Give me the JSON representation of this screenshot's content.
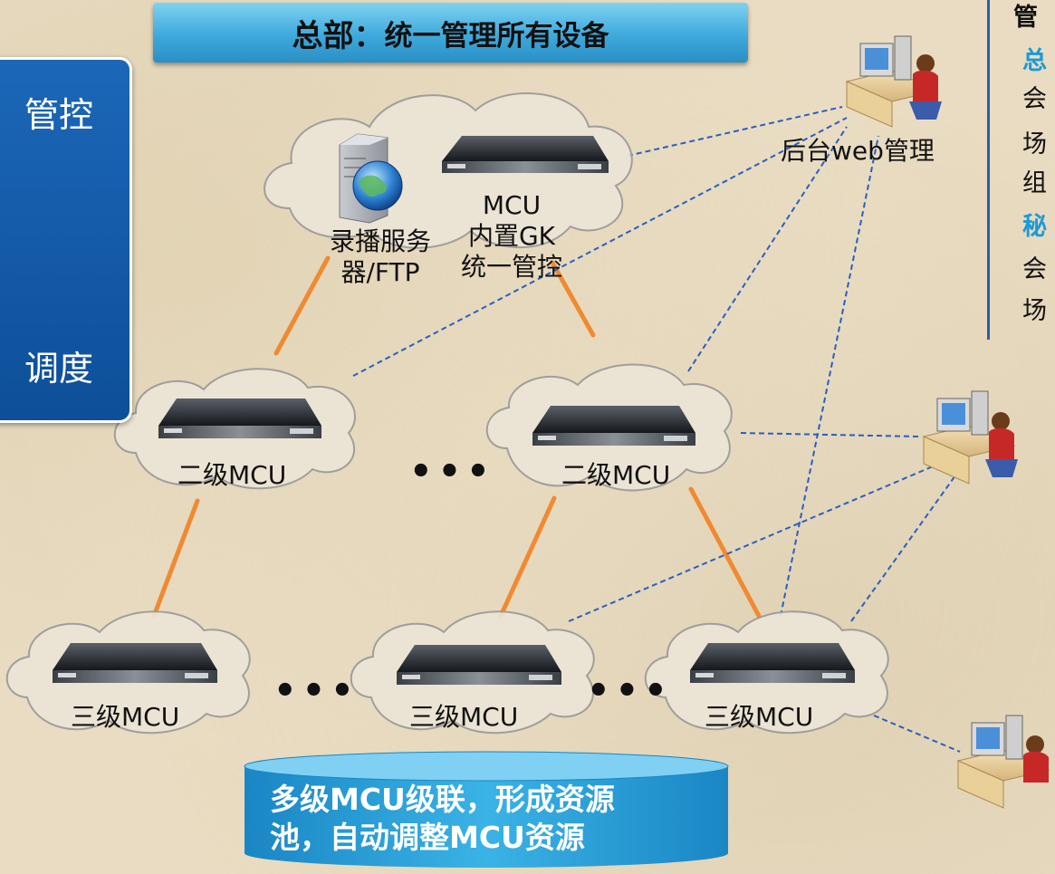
{
  "title": {
    "bold": "总部：",
    "rest": "统一管理所有设备"
  },
  "left_panel": {
    "line1": "管控",
    "line2": "调度"
  },
  "right_panel": {
    "heading": "管",
    "items": [
      {
        "text": "总",
        "style": "blue"
      },
      {
        "text": "会",
        "style": "plain"
      },
      {
        "text": "场",
        "style": "plain"
      },
      {
        "text": "组",
        "style": "plain"
      },
      {
        "text": "秘",
        "style": "blue"
      },
      {
        "text": "会",
        "style": "plain"
      },
      {
        "text": "场",
        "style": "plain"
      }
    ]
  },
  "nodes": {
    "recorder": {
      "line1": "录播服务",
      "line2": "器/FTP",
      "icon": "server-globe-icon"
    },
    "core_mcu": {
      "line1": "MCU",
      "line2": "内置GK",
      "line3": "统一管控",
      "icon": "mcu-device-icon"
    },
    "web_admin": {
      "label": "后台web管理",
      "icon": "admin-workstation-icon"
    },
    "level2": [
      "二级MCU",
      "二级MCU"
    ],
    "level3": [
      "三级MCU",
      "三级MCU",
      "三级MCU"
    ],
    "ellipsis": "•••"
  },
  "bottom_banner": {
    "line1": "多级MCU级联，形成资源",
    "line2": "池，自动调整MCU资源"
  },
  "colors": {
    "cascade_link": "#f08a32",
    "mgmt_link": "#2a5fc0",
    "banner": "#2ea3d8",
    "panel": "#0f559f"
  }
}
